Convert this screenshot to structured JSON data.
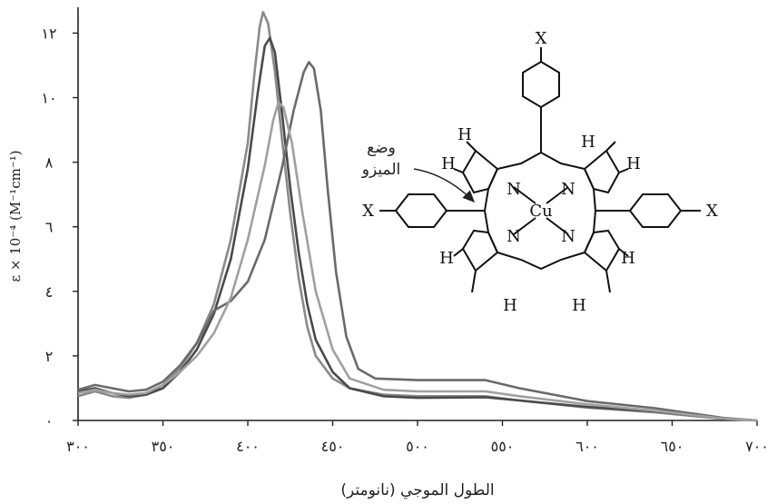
{
  "chart_data": {
    "type": "line",
    "title": "",
    "xlabel": "الطول الموجي (نانومتر)",
    "ylabel": "ε × 10⁻⁴ (M⁻¹cm⁻¹)",
    "xlim": [
      300,
      700
    ],
    "ylim": [
      0,
      12.8
    ],
    "x_ticks": [
      300,
      350,
      400,
      450,
      500,
      550,
      600,
      650,
      700
    ],
    "x_tick_labels": [
      "٣٠٠",
      "٣٥٠",
      "٤٠٠",
      "٤٥٠",
      "٥٠٠",
      "٥٥٠",
      "٦٠٠",
      "٦٥٠",
      "٧٠٠"
    ],
    "y_ticks": [
      0,
      2,
      4,
      6,
      8,
      10,
      12
    ],
    "y_tick_labels": [
      "٠",
      "٢",
      "٤",
      "٦",
      "٨",
      "١٠",
      "١٢"
    ],
    "grid": false,
    "legend": "none",
    "series": [
      {
        "color": "#8a8a8a",
        "points": [
          [
            300,
            0.75
          ],
          [
            310,
            0.9
          ],
          [
            320,
            0.75
          ],
          [
            330,
            0.7
          ],
          [
            340,
            0.8
          ],
          [
            350,
            1.1
          ],
          [
            360,
            1.6
          ],
          [
            370,
            2.4
          ],
          [
            380,
            3.6
          ],
          [
            390,
            5.6
          ],
          [
            400,
            8.6
          ],
          [
            404,
            10.8
          ],
          [
            407,
            12.2
          ],
          [
            409,
            12.65
          ],
          [
            412,
            12.3
          ],
          [
            416,
            10.8
          ],
          [
            420,
            8.8
          ],
          [
            425,
            6.4
          ],
          [
            430,
            4.4
          ],
          [
            435,
            2.9
          ],
          [
            440,
            2.0
          ],
          [
            450,
            1.3
          ],
          [
            460,
            1.0
          ],
          [
            480,
            0.8
          ],
          [
            500,
            0.75
          ],
          [
            540,
            0.75
          ],
          [
            560,
            0.62
          ],
          [
            600,
            0.4
          ],
          [
            640,
            0.25
          ],
          [
            680,
            0.05
          ],
          [
            700,
            0.0
          ]
        ]
      },
      {
        "color": "#4a4a4a",
        "points": [
          [
            300,
            0.9
          ],
          [
            310,
            1.0
          ],
          [
            320,
            0.85
          ],
          [
            330,
            0.75
          ],
          [
            340,
            0.8
          ],
          [
            350,
            1.0
          ],
          [
            360,
            1.5
          ],
          [
            370,
            2.2
          ],
          [
            380,
            3.3
          ],
          [
            390,
            5.0
          ],
          [
            400,
            7.8
          ],
          [
            406,
            10.2
          ],
          [
            410,
            11.6
          ],
          [
            413,
            11.85
          ],
          [
            416,
            11.4
          ],
          [
            420,
            9.6
          ],
          [
            425,
            7.2
          ],
          [
            430,
            5.2
          ],
          [
            435,
            3.6
          ],
          [
            440,
            2.5
          ],
          [
            450,
            1.5
          ],
          [
            460,
            1.0
          ],
          [
            480,
            0.75
          ],
          [
            500,
            0.7
          ],
          [
            540,
            0.72
          ],
          [
            560,
            0.62
          ],
          [
            600,
            0.42
          ],
          [
            640,
            0.28
          ],
          [
            680,
            0.06
          ],
          [
            700,
            0.0
          ]
        ]
      },
      {
        "color": "#6a6a6a",
        "points": [
          [
            300,
            0.95
          ],
          [
            310,
            1.1
          ],
          [
            320,
            1.0
          ],
          [
            330,
            0.9
          ],
          [
            340,
            0.95
          ],
          [
            350,
            1.2
          ],
          [
            360,
            1.7
          ],
          [
            370,
            2.4
          ],
          [
            375,
            2.9
          ],
          [
            380,
            3.4
          ],
          [
            390,
            3.7
          ],
          [
            400,
            4.3
          ],
          [
            410,
            5.6
          ],
          [
            420,
            7.8
          ],
          [
            427,
            9.6
          ],
          [
            433,
            10.8
          ],
          [
            436,
            11.1
          ],
          [
            439,
            10.9
          ],
          [
            443,
            9.6
          ],
          [
            447,
            7.2
          ],
          [
            452,
            4.6
          ],
          [
            458,
            2.6
          ],
          [
            465,
            1.6
          ],
          [
            475,
            1.3
          ],
          [
            500,
            1.25
          ],
          [
            540,
            1.25
          ],
          [
            560,
            1.0
          ],
          [
            600,
            0.6
          ],
          [
            640,
            0.38
          ],
          [
            680,
            0.08
          ],
          [
            700,
            0.0
          ]
        ]
      },
      {
        "color": "#a0a0a0",
        "points": [
          [
            300,
            0.85
          ],
          [
            310,
            0.95
          ],
          [
            320,
            0.85
          ],
          [
            330,
            0.8
          ],
          [
            340,
            0.85
          ],
          [
            350,
            1.1
          ],
          [
            360,
            1.5
          ],
          [
            370,
            2.0
          ],
          [
            380,
            2.7
          ],
          [
            390,
            3.8
          ],
          [
            400,
            5.6
          ],
          [
            410,
            7.9
          ],
          [
            415,
            9.3
          ],
          [
            418,
            9.85
          ],
          [
            421,
            9.7
          ],
          [
            426,
            8.6
          ],
          [
            432,
            6.5
          ],
          [
            440,
            4.0
          ],
          [
            450,
            2.2
          ],
          [
            460,
            1.3
          ],
          [
            480,
            0.95
          ],
          [
            500,
            0.9
          ],
          [
            540,
            0.9
          ],
          [
            560,
            0.75
          ],
          [
            600,
            0.5
          ],
          [
            640,
            0.3
          ],
          [
            680,
            0.06
          ],
          [
            700,
            0.0
          ]
        ]
      }
    ]
  },
  "molecule": {
    "metal": "Cu",
    "nitrogen": "N",
    "hydrogen": "H",
    "substituent": "X",
    "annotation_line1": "وضع",
    "annotation_line2": "الميزو"
  }
}
